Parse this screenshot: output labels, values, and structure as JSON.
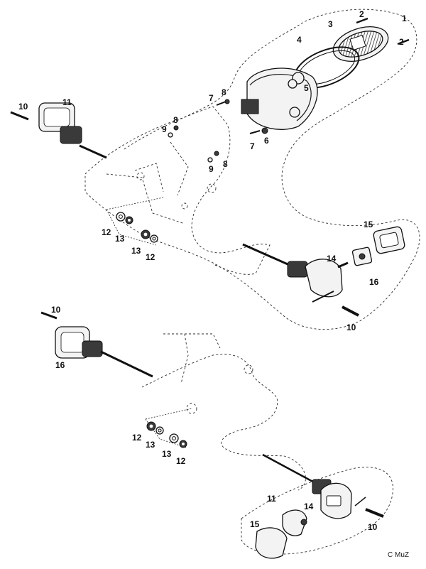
{
  "figure": {
    "callouts": {
      "top_lamp": {
        "n1": "1",
        "n2a": "2",
        "n2b": "2",
        "n3": "3",
        "n4": "4",
        "n5": "5",
        "n6": "6",
        "n7a": "7",
        "n7b": "7",
        "n8a": "8",
        "n8b": "8",
        "n8c": "8",
        "n9a": "9",
        "n9b": "9"
      },
      "top_left_indicator": {
        "n10": "10",
        "n11": "11"
      },
      "top_washers": {
        "n12a": "12",
        "n13a": "13",
        "n13b": "13",
        "n12b": "12"
      },
      "top_right_indicator": {
        "n15": "15",
        "n14": "14",
        "n16": "16",
        "n10": "10"
      },
      "bottom_left_indicator": {
        "n10": "10",
        "n16": "16"
      },
      "bottom_washers": {
        "n12a": "12",
        "n13a": "13",
        "n13b": "13",
        "n12b": "12"
      },
      "bottom_right_indicator": {
        "n11": "11",
        "n14": "14",
        "n15": "15",
        "n10": "10"
      }
    },
    "copyright": "C MuZ"
  }
}
